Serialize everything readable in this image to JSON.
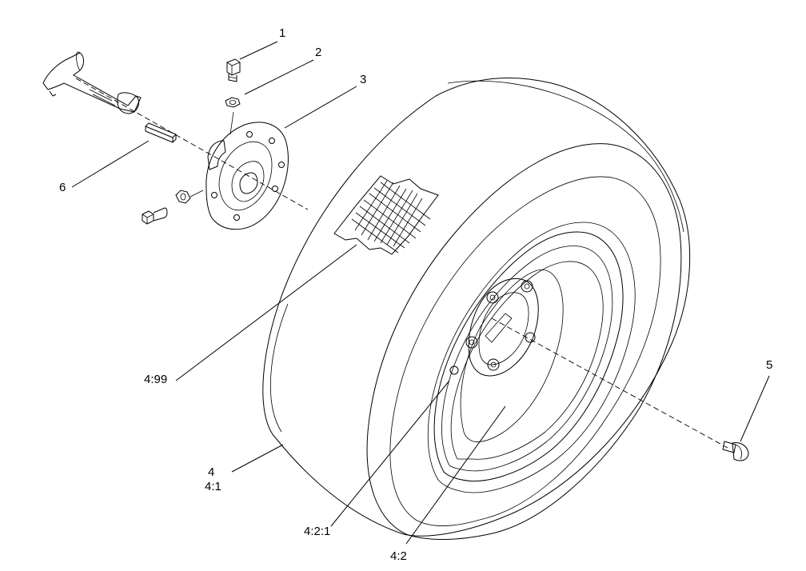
{
  "callouts": {
    "c1": "1",
    "c2": "2",
    "c3": "3",
    "c4": "4",
    "c4_1": "4:1",
    "c4_99": "4:99",
    "c4_2_1": "4:2:1",
    "c4_2": "4:2",
    "c5": "5",
    "c6": "6"
  }
}
